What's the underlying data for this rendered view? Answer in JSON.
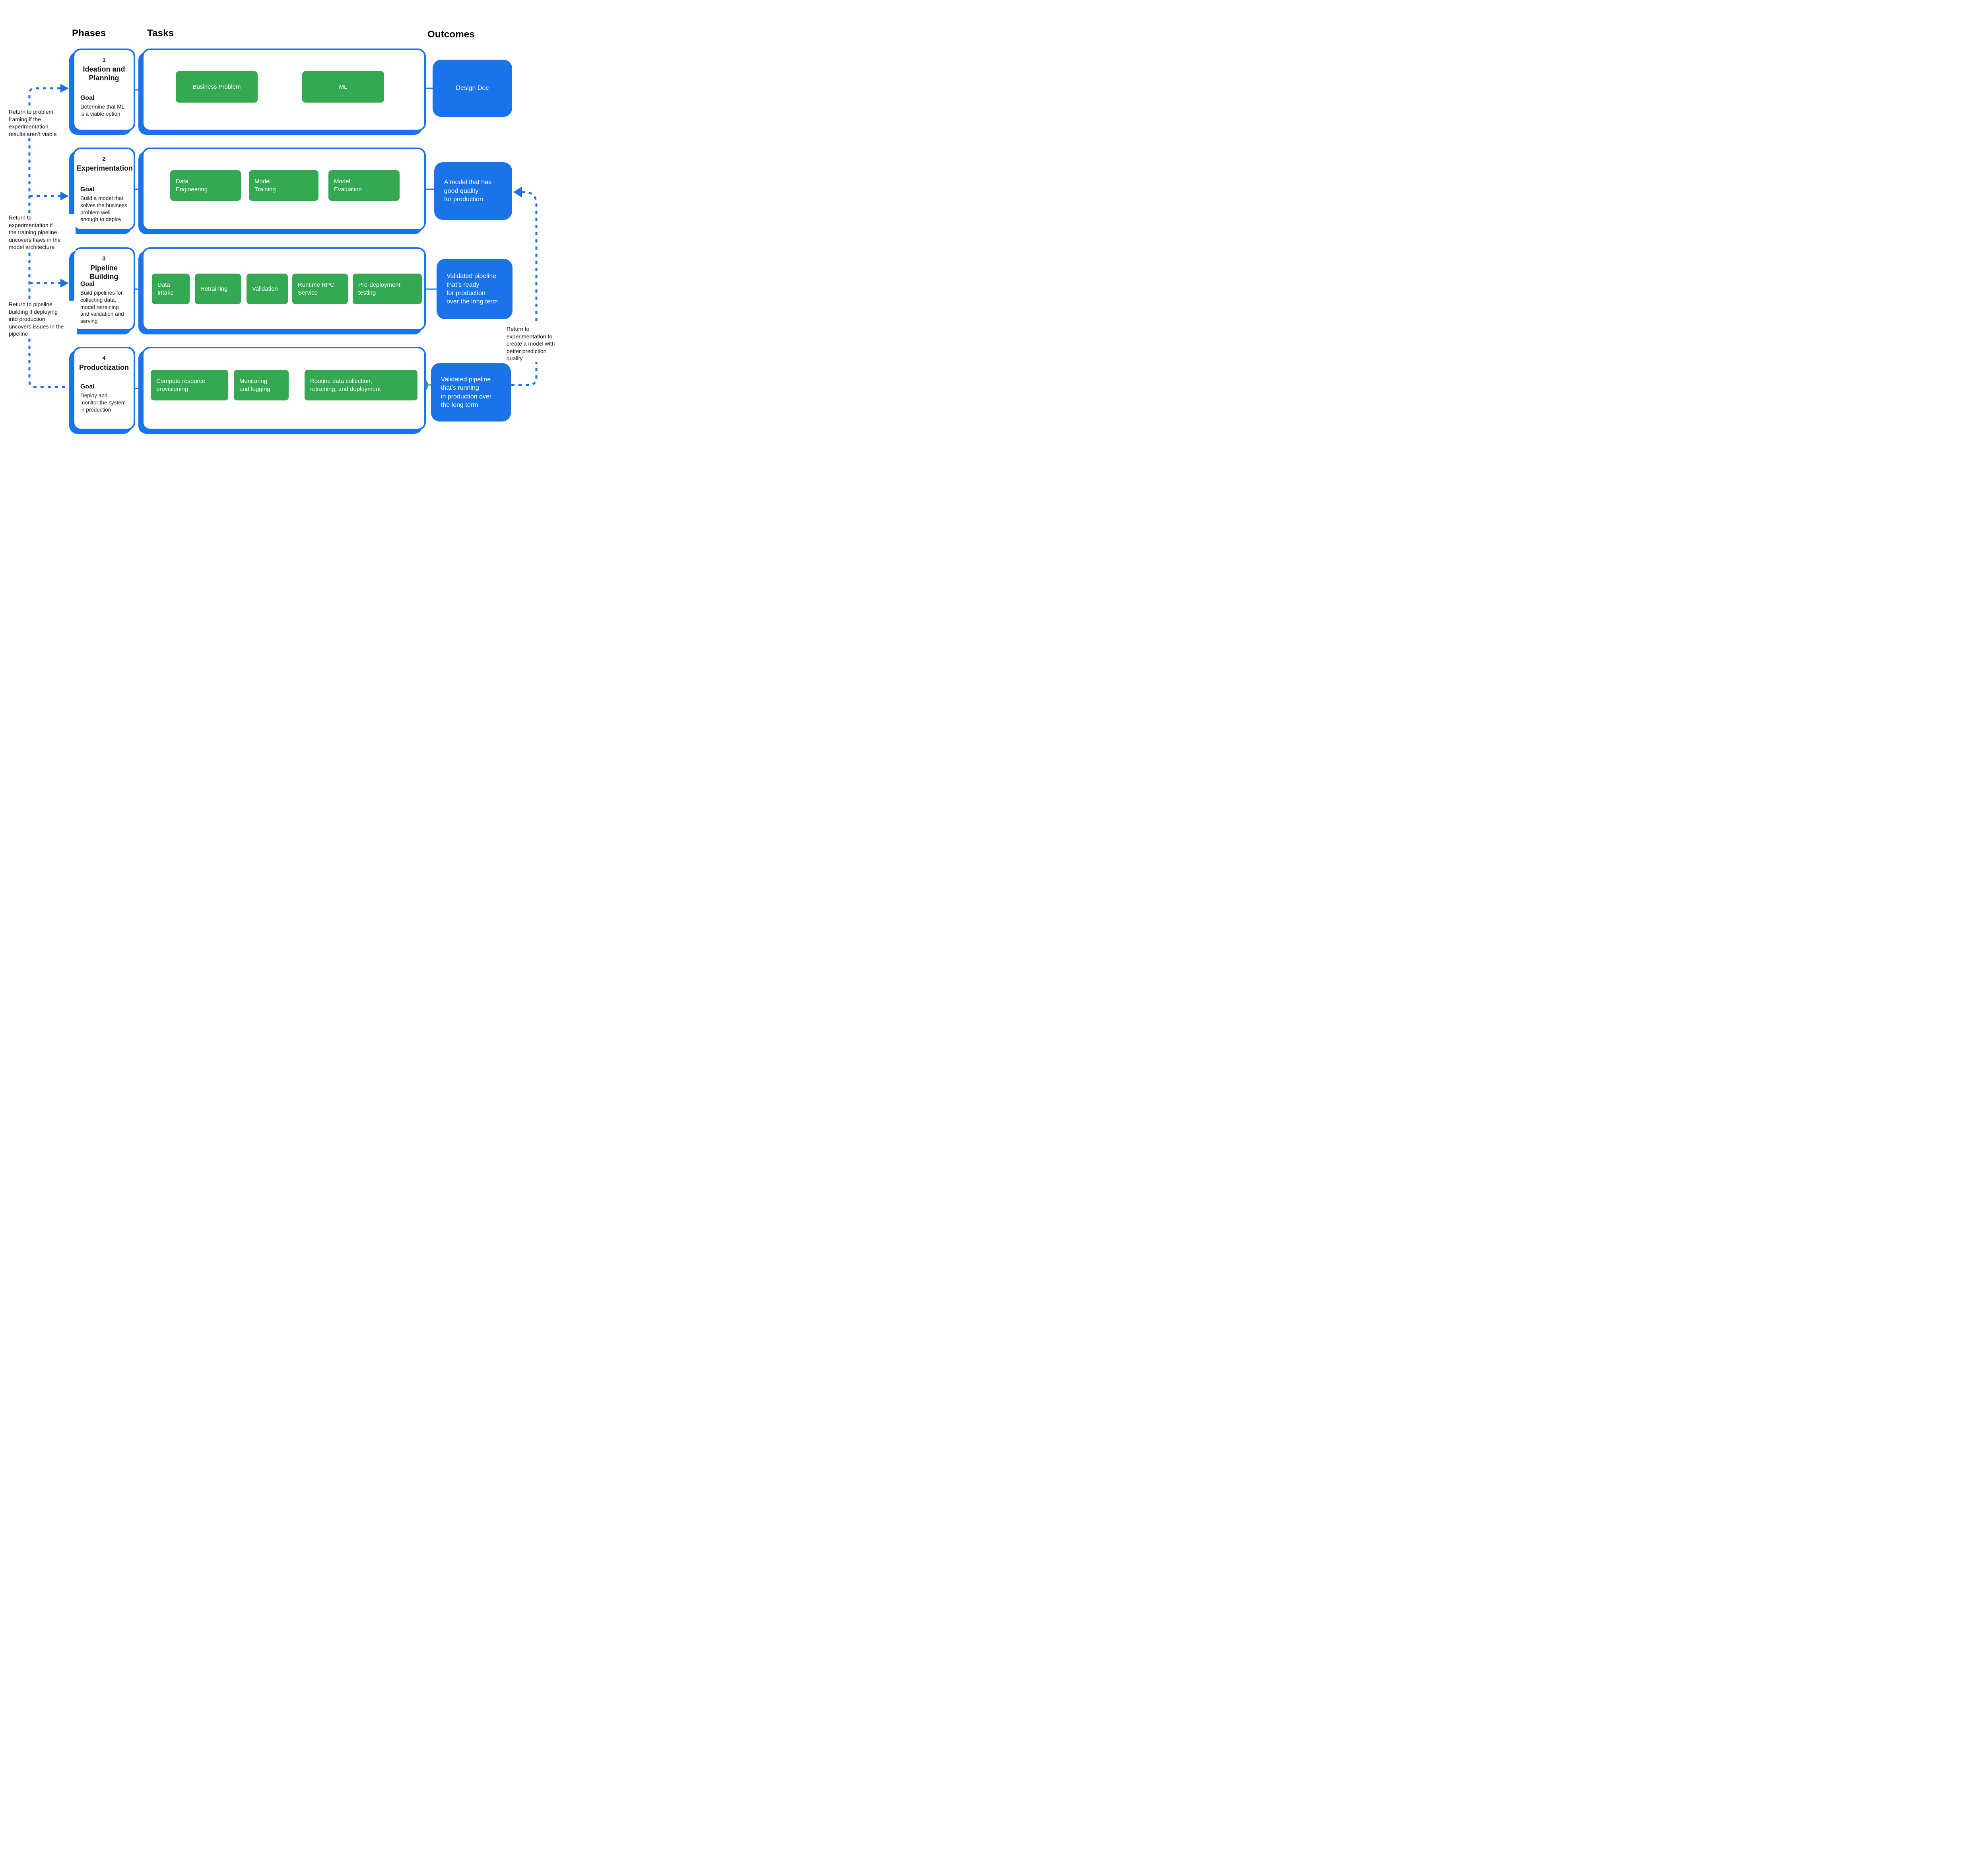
{
  "headers": {
    "phases": "Phases",
    "tasks": "Tasks",
    "outcomes": "Outcomes"
  },
  "colors": {
    "green": "#34A853",
    "blue": "#1A73E8",
    "text": "#111111"
  },
  "phases": [
    {
      "number": "1",
      "title": "Ideation and Planning",
      "goal_label": "Goal",
      "goal": "Determine that ML\nis a viable option",
      "tasks": [
        "Business Problem",
        "ML"
      ],
      "outcome": "Design Doc"
    },
    {
      "number": "2",
      "title": "Experimentation",
      "goal_label": "Goal",
      "goal": "Build a model that\nsolves the business\nproblem well\nenough to deploy",
      "tasks": [
        "Data\nEngineering",
        "Model\nTraining",
        "Model\nEvaluation"
      ],
      "outcome": "A model that has\ngood quality\nfor production"
    },
    {
      "number": "3",
      "title": "Pipeline Building",
      "goal_label": "Goal",
      "goal": "Build pipelines for\ncollecting data,\nmodel retraining\nand validation and\nserving",
      "tasks": [
        "Data\nIntake",
        "Retraining",
        "Validation",
        "Runtime RPC\nService",
        "Pre-deployment\ntesting"
      ],
      "outcome": "Validated pipeline\nthat’s ready\nfor production\nover the long term"
    },
    {
      "number": "4",
      "title": "Productization",
      "goal_label": "Goal",
      "goal": "Deploy and\nmonitor the system\nin production",
      "tasks": [
        "Compute resource\nprovisioning",
        "Monitoring\nand logging",
        "Routine data collection,\nretraining, and deployment"
      ],
      "outcome": "Validated pipeline\nthat’s running\nin production over\nthe long term"
    }
  ],
  "annotations": {
    "return_problem_framing": "Return to problem\nframing if the\nexperimentation\nresults aren’t viable",
    "return_experimentation_left": "Return to\nexperimentation if\nthe training pipeline\nuncovers flaws in the\nmodel architecture",
    "return_pipeline_building": "Return to pipeline\nbuilding if deploying\ninto production\nuncovers issues in the\npipeline",
    "return_experimentation_right": "Return to\nexperimentation to\ncreate a model with\nbetter prediction\nquality"
  }
}
